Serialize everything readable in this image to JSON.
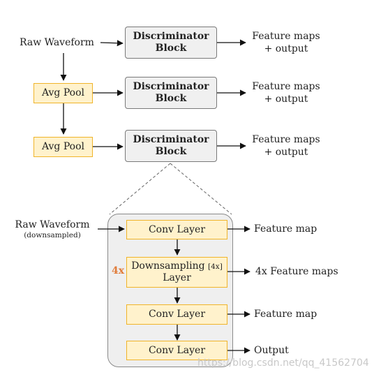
{
  "top": {
    "raw_waveform": "Raw Waveform",
    "avg_pool_1": "Avg Pool",
    "avg_pool_2": "Avg Pool",
    "disc_1": {
      "line1": "Discriminator",
      "line2": "Block"
    },
    "disc_2": {
      "line1": "Discriminator",
      "line2": "Block"
    },
    "disc_3": {
      "line1": "Discriminator",
      "line2": "Block"
    },
    "out_1": {
      "line1": "Feature maps",
      "line2": "+ output"
    },
    "out_2": {
      "line1": "Feature maps",
      "line2": "+ output"
    },
    "out_3": {
      "line1": "Feature maps",
      "line2": "+ output"
    }
  },
  "detail": {
    "input_label": "Raw Waveform",
    "input_note": "(downsampled)",
    "conv_1": "Conv Layer",
    "downsampling": {
      "line1": "Downsampling",
      "tag": "[4x]",
      "line2": "Layer"
    },
    "repeat": "4x",
    "conv_2": "Conv Layer",
    "conv_3": "Conv Layer",
    "out_1": "Feature map",
    "out_2": "4x Feature maps",
    "out_3": "Feature map",
    "out_4": "Output"
  },
  "watermark": "https://blog.csdn.net/qq_41562704",
  "colors": {
    "layer_fill": "#fff2cc",
    "layer_border": "#f0b429",
    "block_fill": "#f0f0f0",
    "panel_fill": "#efefef",
    "repeat_accent": "#e07b39"
  }
}
